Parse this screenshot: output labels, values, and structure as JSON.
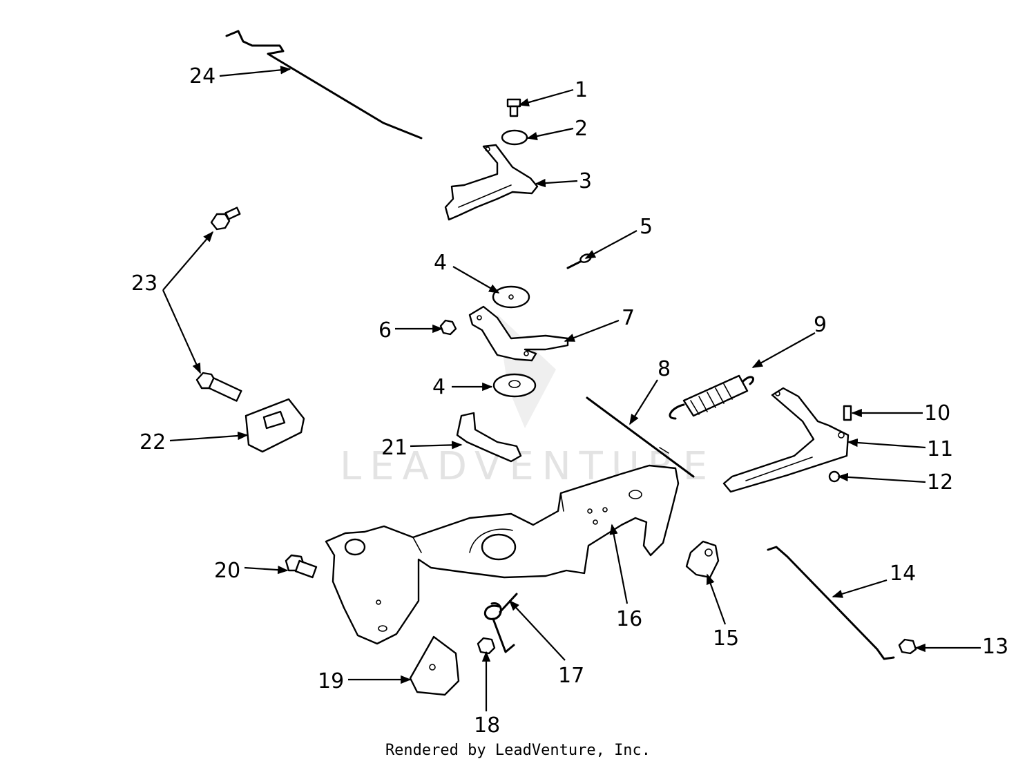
{
  "callouts": [
    "1",
    "2",
    "3",
    "4",
    "4",
    "5",
    "6",
    "7",
    "8",
    "9",
    "10",
    "11",
    "12",
    "13",
    "14",
    "15",
    "16",
    "17",
    "18",
    "19",
    "20",
    "21",
    "22",
    "23",
    "24"
  ],
  "watermark": "LEADVENTURE",
  "footer": "Rendered by LeadVenture, Inc."
}
